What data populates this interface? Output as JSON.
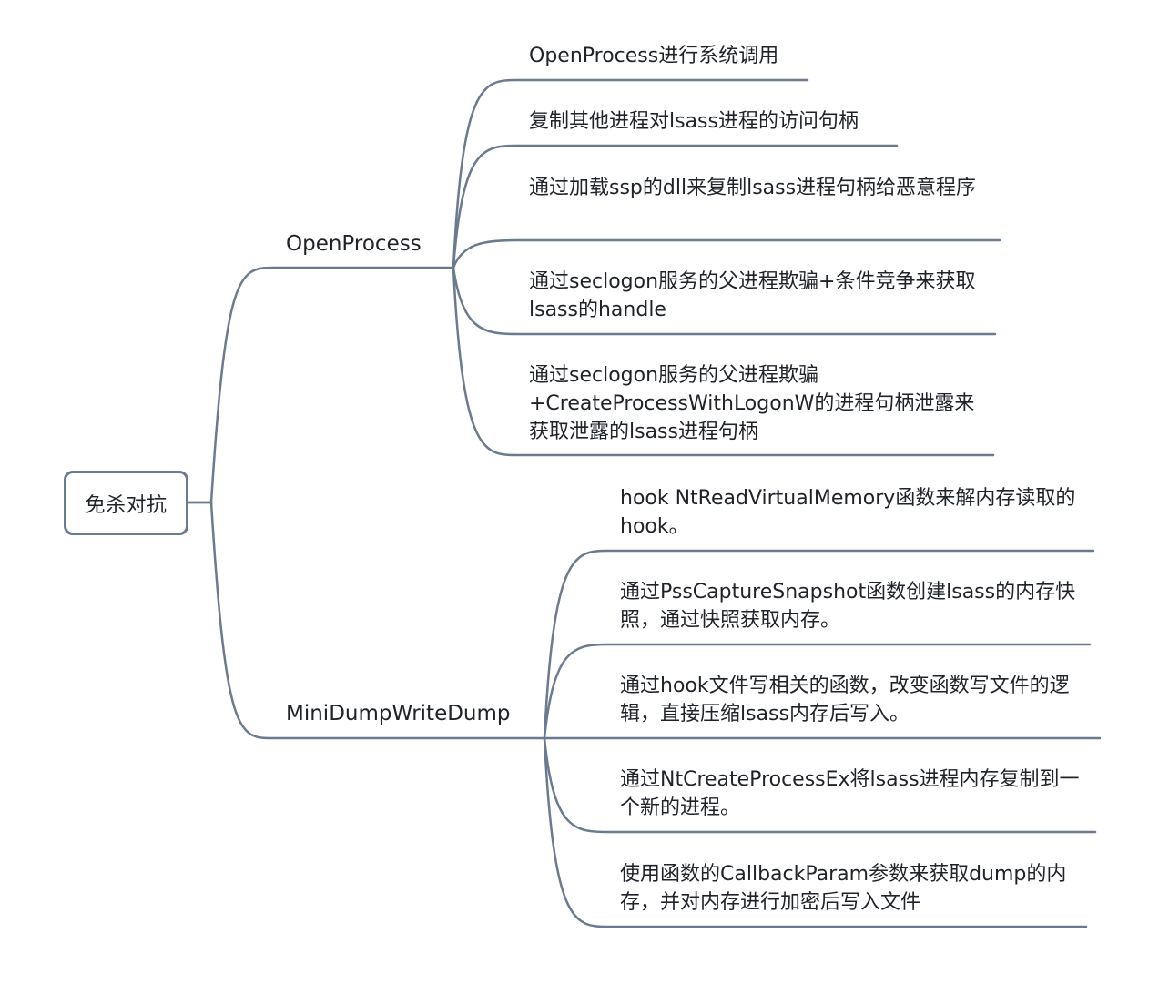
{
  "root": {
    "label": "免杀对抗"
  },
  "branches": [
    {
      "label": "OpenProcess",
      "children": [
        {
          "text": "OpenProcess进行系统调用"
        },
        {
          "text": "复制其他进程对lsass进程的访问句柄"
        },
        {
          "text": "通过加载ssp的dll来复制lsass进程句柄给恶意程序"
        },
        {
          "text": "通过seclogon服务的父进程欺骗+条件竞争来获取lsass的handle"
        },
        {
          "text": "通过seclogon服务的父进程欺骗+CreateProcessWithLogonW的进程句柄泄露来获取泄露的lsass进程句柄"
        }
      ]
    },
    {
      "label": "MiniDumpWriteDump",
      "children": [
        {
          "text": "hook NtReadVirtualMemory函数来解内存读取的hook。"
        },
        {
          "text": "通过PssCaptureSnapshot函数创建lsass的内存快照，通过快照获取内存。"
        },
        {
          "text": "通过hook文件写相关的函数，改变函数写文件的逻辑，直接压缩lsass内存后写入。"
        },
        {
          "text": "通过NtCreateProcessEx将lsass进程内存复制到一个新的进程。"
        },
        {
          "text": "使用函数的CallbackParam参数来获取dump的内存，并对内存进行加密后写入文件"
        }
      ]
    }
  ],
  "colors": {
    "line": "#6b7a8f",
    "text": "#1f2329",
    "background": "#ffffff"
  }
}
